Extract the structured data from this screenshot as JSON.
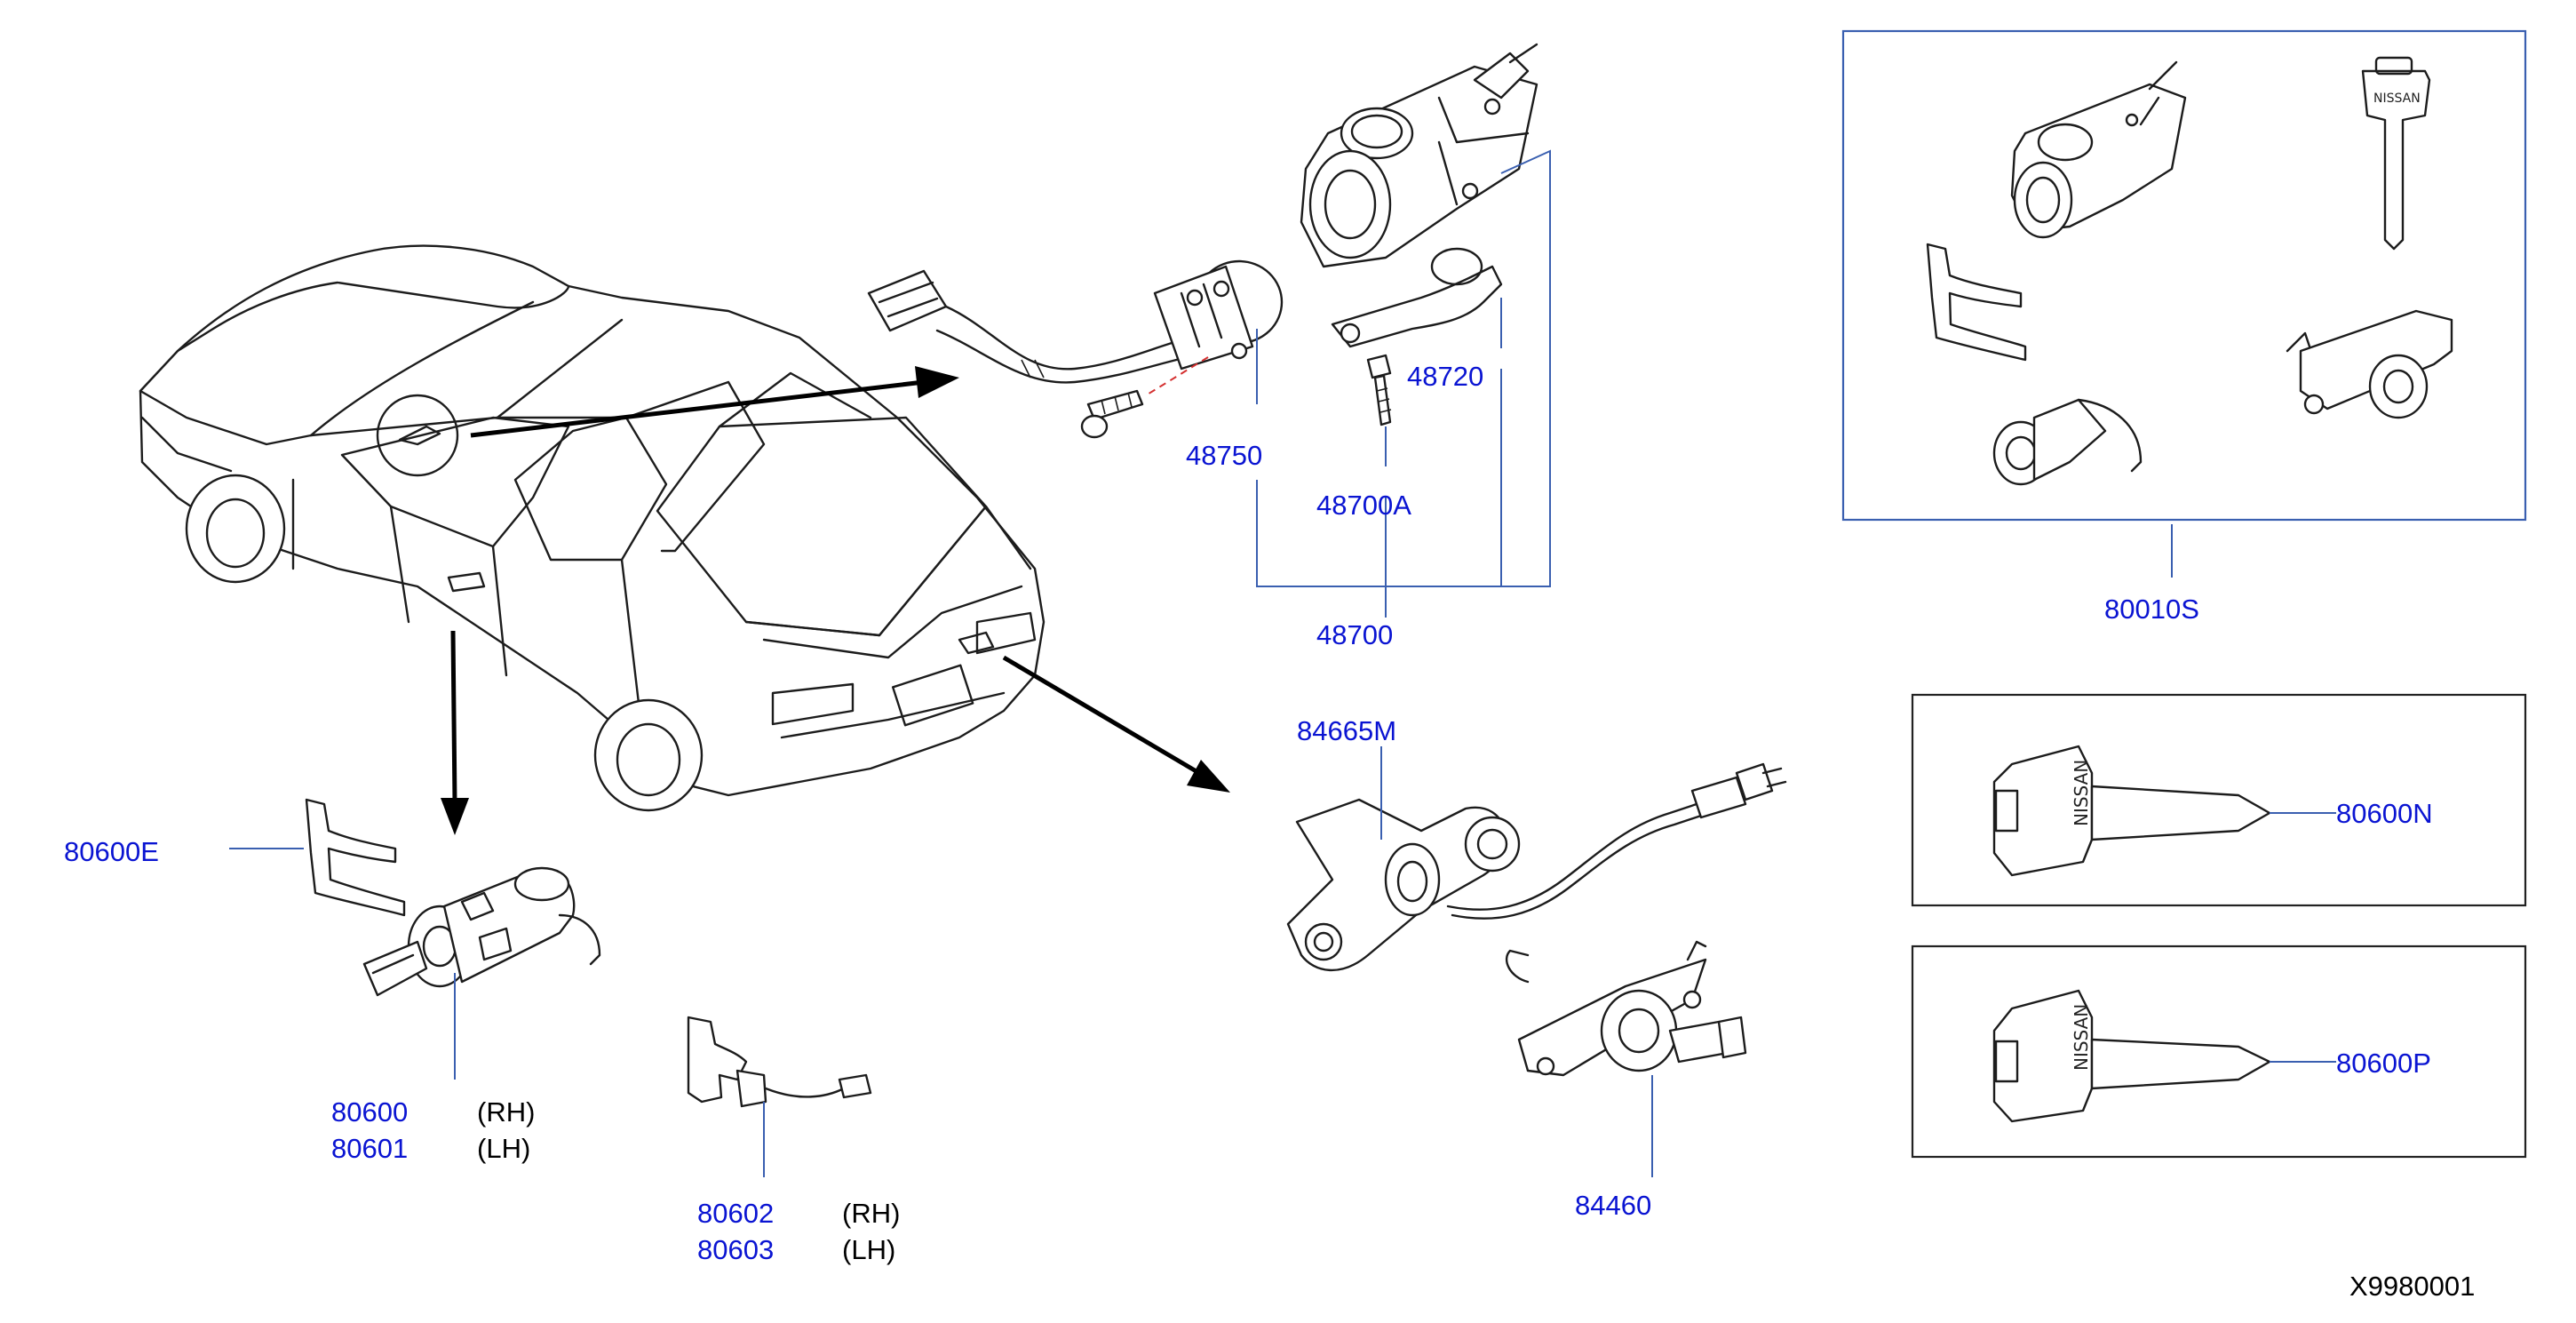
{
  "parts": {
    "p48750": "48750",
    "p48720": "48720",
    "p48700A": "48700A",
    "p48700": "48700",
    "p80010S": "80010S",
    "p84665M": "84665M",
    "p80600N": "80600N",
    "p80600P": "80600P",
    "p80600E": "80600E",
    "p80600": "80600",
    "p80601": "80601",
    "p80602": "80602",
    "p80603": "80603",
    "p84460": "84460"
  },
  "sides": {
    "rh": "(RH)",
    "lh": "(LH)"
  },
  "key_brand": "NISSAN",
  "diagram_ref": "X9980001",
  "colors": {
    "label": "#0a14d2",
    "leader": "#3a5fb0",
    "line": "#1c1c1c"
  }
}
